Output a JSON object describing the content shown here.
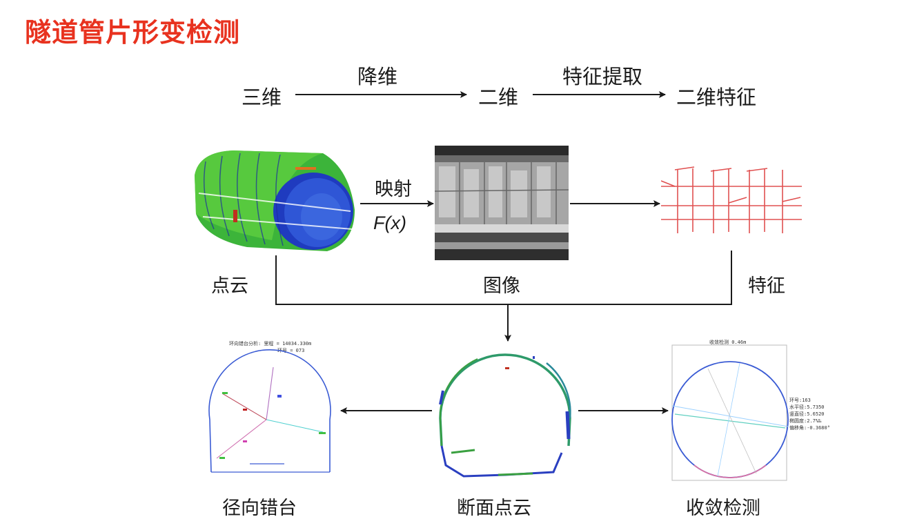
{
  "title": "隧道管片形变检测",
  "pipeline": {
    "step1": "三维",
    "arrow1": "降维",
    "step2": "二维",
    "arrow2": "特征提取",
    "step3": "二维特征"
  },
  "stage2": {
    "point_cloud": "点云",
    "mapping_label": "映射",
    "mapping_func": "F(x)",
    "image": "图像",
    "feature": "特征"
  },
  "stage3": {
    "radial": "径向错台",
    "section": "断面点云",
    "convergence": "收敛检测"
  },
  "colors": {
    "title": "#e8321f",
    "feature_lines": "#e05050",
    "cloud_green": "#3aa040",
    "cloud_blue": "#2a3fc0"
  }
}
